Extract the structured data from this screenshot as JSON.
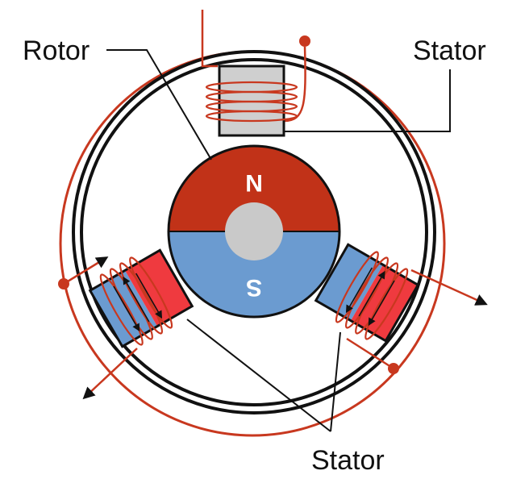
{
  "labels": {
    "rotor": "Rotor",
    "stator_top": "Stator",
    "stator_bottom": "Stator"
  },
  "rotor": {
    "north": "N",
    "south": "S"
  },
  "colors": {
    "north_pole": "#c13218",
    "south_pole": "#6b9bd0",
    "shaft": "#c9c9c9",
    "wire": "#c8381f",
    "stator_block": "#cfcfcf",
    "magnet_red": "#ef3a3f",
    "magnet_blue": "#6b9bd0",
    "outline": "#111111"
  }
}
